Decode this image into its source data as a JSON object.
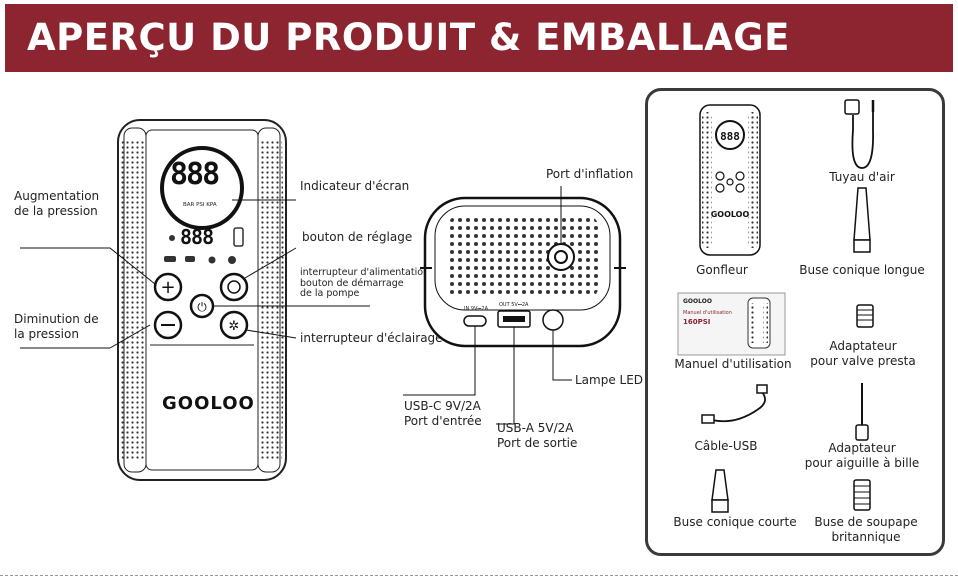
{
  "header": {
    "title": "APERÇU DU PRODUIT & EMBALLAGE",
    "color": "#8c2530"
  },
  "device": {
    "brand": "GOOLOO",
    "display_digits": "888",
    "display_units": "BAR PSI KPA",
    "small_digits": "888"
  },
  "front_labels": {
    "pressure_up_1": "Augmentation",
    "pressure_up_2": "de la pression",
    "pressure_down_1": "Diminution de",
    "pressure_down_2": "la pression",
    "screen": "Indicateur d'écran",
    "settings": "bouton de réglage",
    "power_1": "interrupteur d'alimentation /",
    "power_2": "bouton de démarrage",
    "power_3": "de la pompe",
    "light": "interrupteur d'éclairage"
  },
  "back_labels": {
    "inflation_port": "Port d'inflation",
    "led": "Lampe LED",
    "usbc_1": "USB-C 9V/2A",
    "usbc_2": "Port d'entrée",
    "usba_1": "USB-A 5V/2A",
    "usba_2": "Port de sortie",
    "in_marking": "IN 9V⎓2A",
    "out_marking": "OUT 5V⎓2A"
  },
  "package": {
    "inflator": "Gonfleur",
    "air_hose": "Tuyau d'air",
    "long_nozzle": "Buse conique longue",
    "manual": "Manuel d'utilisation",
    "presta_1": "Adaptateur",
    "presta_2": "pour valve presta",
    "usb_cable": "Câble-USB",
    "needle_1": "Adaptateur",
    "needle_2": "pour aiguille à bille",
    "short_nozzle": "Buse conique courte",
    "british_1": "Buse de soupape",
    "british_2": "britannique",
    "manual_title": "Manuel d'utilisation",
    "manual_psi": "160PSI",
    "manual_brand": "GOOLOO"
  }
}
